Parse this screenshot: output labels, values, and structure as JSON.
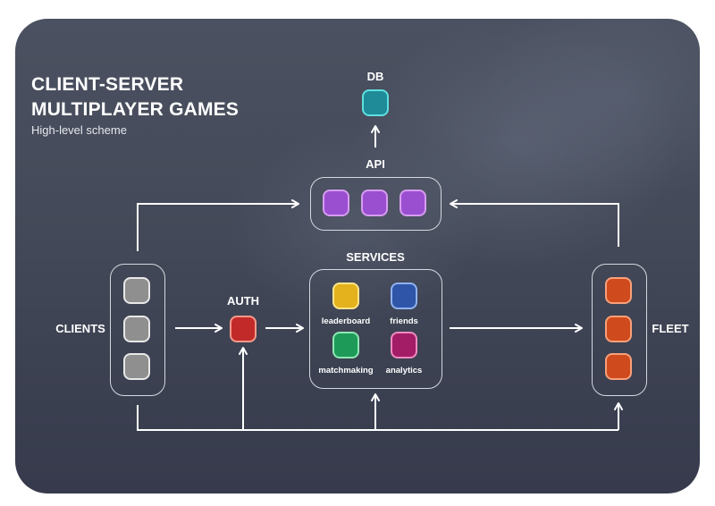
{
  "title": {
    "line1": "CLIENT-SERVER",
    "line2": "MULTIPLAYER GAMES",
    "subtitle": "High-level scheme"
  },
  "nodes": {
    "db": {
      "label": "DB",
      "color": "#1f8a98",
      "border": "#5ee0e0"
    },
    "api": {
      "label": "API",
      "count": 3,
      "color": "#9a4fd0",
      "border": "#d79cf2"
    },
    "services": {
      "label": "SERVICES",
      "items": [
        {
          "label": "leaderboard",
          "color": "#e3b21d",
          "border": "#fde58a"
        },
        {
          "label": "friends",
          "color": "#2f55a8",
          "border": "#8fb2f0"
        },
        {
          "label": "matchmaking",
          "color": "#1e9a58",
          "border": "#8ee8b4"
        },
        {
          "label": "analytics",
          "color": "#a31d66",
          "border": "#f08ac0"
        }
      ]
    },
    "clients": {
      "label": "CLIENTS",
      "count": 3,
      "color": "#8f8f8f",
      "border": "#e8e8e8"
    },
    "auth": {
      "label": "AUTH",
      "color": "#c22a2a",
      "border": "#f59a8a"
    },
    "fleet": {
      "label": "FLEET",
      "count": 3,
      "color": "#cf4a1c",
      "border": "#f7a07a"
    }
  },
  "colors": {
    "line": "#ffffff",
    "group_border": "#d5d8df"
  }
}
